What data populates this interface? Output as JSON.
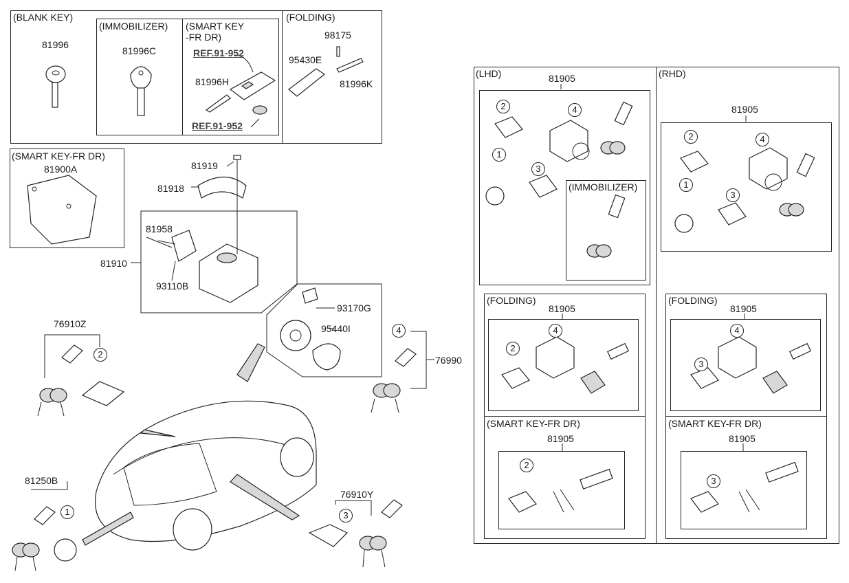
{
  "panels": {
    "blank_key": "(BLANK KEY)",
    "immobilizer": "(IMMOBILIZER)",
    "smart_key_fr_dr_top": "(SMART KEY\n-FR DR)",
    "folding_top": "(FOLDING)",
    "smart_key_fr_dr": "(SMART KEY-FR DR)",
    "lhd": "(LHD)",
    "rhd": "(RHD)",
    "immobilizer_inner": "(IMMOBILIZER)",
    "folding_lhd": "(FOLDING)",
    "folding_rhd": "(FOLDING)",
    "smart_lhd": "(SMART KEY-FR DR)",
    "smart_rhd": "(SMART KEY-FR DR)"
  },
  "parts": {
    "p81996": "81996",
    "p81996C": "81996C",
    "ref1": "REF.91-952",
    "p81996H": "81996H",
    "ref2": "REF.91-952",
    "p98175": "98175",
    "p95430E": "95430E",
    "p81996K": "81996K",
    "p81900A": "81900A",
    "p81919": "81919",
    "p81918": "81918",
    "p81958": "81958",
    "p81910": "81910",
    "p93110B": "93110B",
    "p93170G": "93170G",
    "p95440I": "95440I",
    "p76910Z": "76910Z",
    "p76990": "76990",
    "p81250B": "81250B",
    "p76910Y": "76910Y",
    "lhd_81905": "81905",
    "rhd_81905": "81905",
    "fold_lhd_81905": "81905",
    "fold_rhd_81905": "81905",
    "smart_lhd_81905": "81905",
    "smart_rhd_81905": "81905"
  },
  "callouts": {
    "one": "1",
    "two": "2",
    "three": "3",
    "four": "4"
  }
}
